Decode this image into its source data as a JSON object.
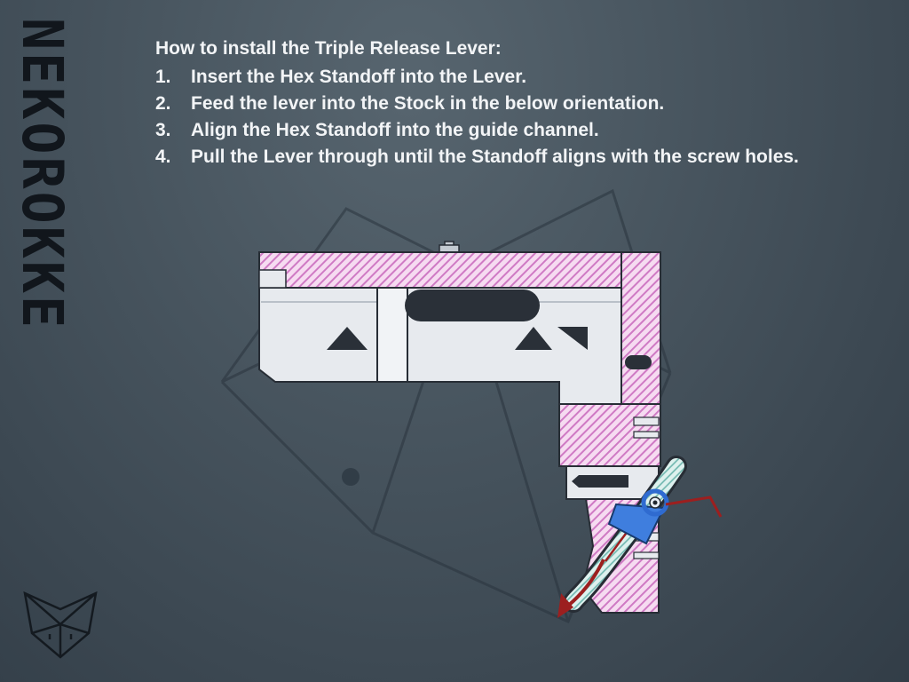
{
  "slide": {
    "title": "How to install the Triple Release Lever:",
    "steps": [
      {
        "num": "1.",
        "text": "Insert the Hex Standoff into the Lever."
      },
      {
        "num": "2.",
        "text": "Feed the lever into the Stock in the below orientation."
      },
      {
        "num": "3.",
        "text": "Align the Hex Standoff into the guide channel."
      },
      {
        "num": "4.",
        "text": "Pull the Lever through until the Standoff aligns with the screw holes."
      }
    ]
  },
  "brand": {
    "vertical_logo_text": "NEKOROKKE",
    "mascot_icon": "fox-wireframe-logo"
  },
  "diagram": {
    "label": "Stock cross-section showing Triple Release Lever insertion path",
    "parts": [
      "Stock cross-section (pink hatched)",
      "Stock body (light)",
      "Triple Release Lever (teal hatched)",
      "Hex Standoff highlight (blue)",
      "Screw hole (blue ring)",
      "Insertion direction arrow (red)"
    ],
    "colors": {
      "background_top": "#57656f",
      "background_bottom": "#323d47",
      "text": "#f2f4f6",
      "section_pink_fill": "#f6dbf1",
      "section_pink_hatch": "#cf7ac4",
      "body_fill": "#e7eaee",
      "outline": "#272d35",
      "lever_fill": "#def1ee",
      "lever_hatch": "#6db6ae",
      "highlight_blue": "#3f7ede",
      "arrow_red": "#9c1f1f",
      "logo_dark": "#11161c"
    }
  }
}
